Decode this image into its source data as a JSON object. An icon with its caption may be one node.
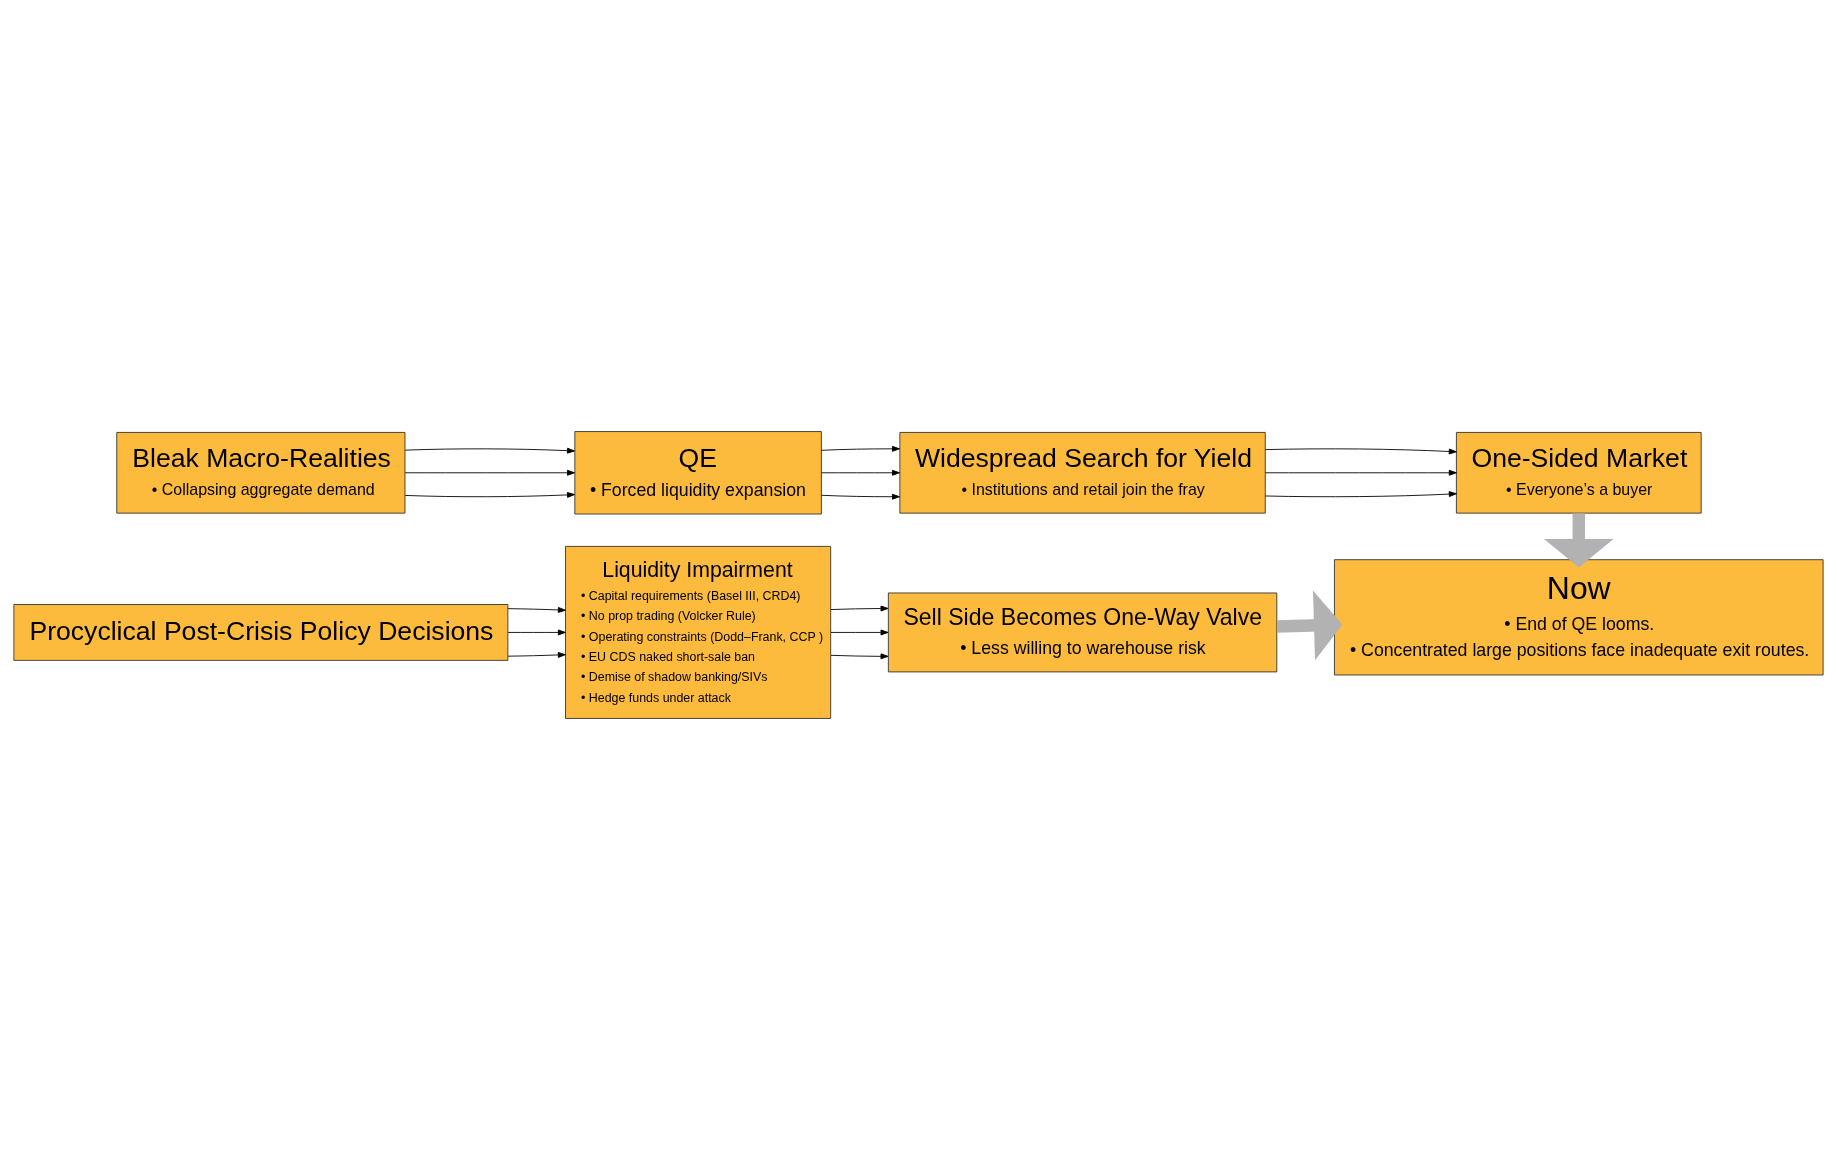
{
  "diagram": {
    "nodes": [
      {
        "text": [
          "Bleak Macro-Realities",
          "• Collapsing aggregate demand"
        ]
      },
      {
        "text": [
          "QE",
          "• Forced liquidity expansion"
        ]
      },
      {
        "text": [
          "Widespread Search for Yield",
          "• Institutions and retail join the fray"
        ]
      },
      {
        "text": [
          "One-Sided Market",
          "• Everyone’s a buyer"
        ]
      },
      {
        "text": [
          "Procyclical Post-Crisis Policy Decisions"
        ]
      },
      {
        "text": [
          "Liquidity Impairment",
          "• Capital requirements (Basel III, CRD4)",
          "• No prop trading (Volcker Rule)",
          "• Operating constraints (Dodd–Frank, CCP )",
          "• EU CDS naked short-sale ban",
          "• Demise of shadow banking/SIVs",
          "• Hedge funds under attack"
        ]
      },
      {
        "text": [
          "Sell Side Becomes One-Way Valve",
          "• Less willing to warehouse risk"
        ]
      },
      {
        "text": [
          "Now",
          "• End of QE looms.",
          "• Concentrated large positions face inadequate exit routes."
        ]
      }
    ],
    "edges": [
      {
        "from": 0,
        "to": 1,
        "arrow": "to"
      },
      {
        "from": 0,
        "to": 1,
        "arrow": "to"
      },
      {
        "from": 0,
        "to": 1,
        "arrow": "to"
      },
      {
        "from": 1,
        "to": 2,
        "arrow": "to"
      },
      {
        "from": 1,
        "to": 2,
        "arrow": "to"
      },
      {
        "from": 1,
        "to": 2,
        "arrow": "to"
      },
      {
        "from": 2,
        "to": 3,
        "arrow": "to"
      },
      {
        "from": 2,
        "to": 3,
        "arrow": "to"
      },
      {
        "from": 2,
        "to": 3,
        "arrow": "to"
      },
      {
        "from": 3,
        "to": 7,
        "arrow": "to",
        "style": "thick",
        "color": "#b2b2b2"
      },
      {
        "from": 4,
        "to": 5,
        "arrow": "to"
      },
      {
        "from": 4,
        "to": 5,
        "arrow": "to"
      },
      {
        "from": 4,
        "to": 5,
        "arrow": "to"
      },
      {
        "from": 5,
        "to": 6,
        "arrow": "to"
      },
      {
        "from": 5,
        "to": 6,
        "arrow": "to"
      },
      {
        "from": 5,
        "to": 6,
        "arrow": "to"
      },
      {
        "from": 6,
        "to": 7,
        "arrow": "to",
        "style": "thick",
        "color": "#b2b2b2"
      }
    ]
  }
}
